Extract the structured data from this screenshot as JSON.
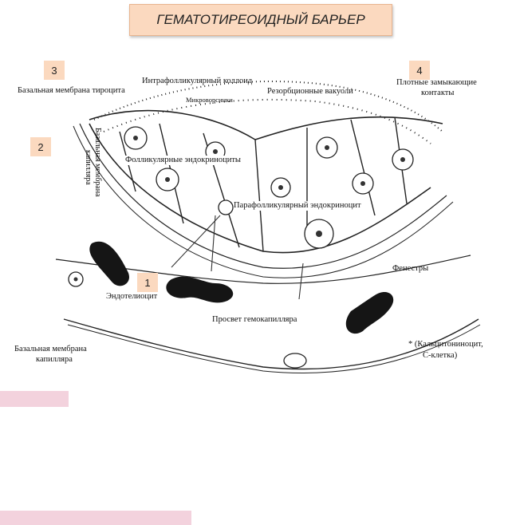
{
  "title": "ГЕМАТОТИРЕОИДНЫЙ БАРЬЕР",
  "markers": [
    "1",
    "2",
    "3",
    "4"
  ],
  "labels": {
    "colloid": "Интрафолликулярный коллоид",
    "microvilli": "Микроворсинки",
    "basal_membrane_thyrocyte": "Базальная мембрана тироцита",
    "resorption_vacuoles": "Резорбционные вакуоли",
    "tight_junctions_1": "Плотные замыкающие",
    "tight_junctions_2": "контакты",
    "capillary_membrane_vertical_1": "Базальная мембрана",
    "capillary_membrane_vertical_2": "капилляра",
    "follicular_endocrinocytes": "Фолликулярные эндокриноциты",
    "parafollicular_endocrinocyte": "Парафолликулярный эндокриноцит",
    "fenestrae": "Фенестры",
    "endotheliocyte": "Эндотелиоцит",
    "capillary_lumen": "Просвет гемокапилляра",
    "basal_membrane_capillary_1": "Базальная мембрана",
    "basal_membrane_capillary_2": "капилляра",
    "calcitoninocyte_1": "* (Кальцитониноцит,",
    "calcitoninocyte_2": "С-клетка)"
  },
  "colors": {
    "accent_box": "#fbd9bf",
    "pink_bar": "#f3d2dd"
  }
}
